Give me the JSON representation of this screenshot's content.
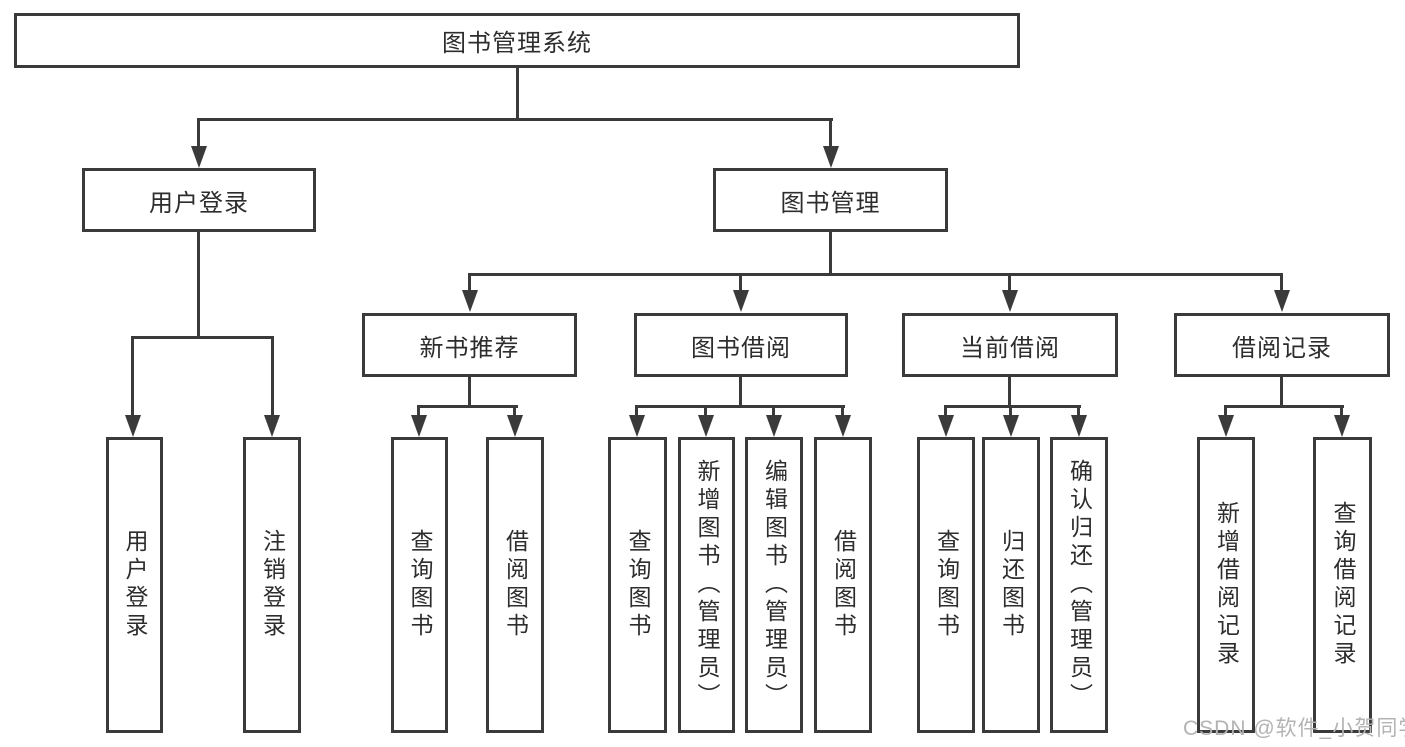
{
  "tree": {
    "root": "图书管理系统",
    "branches": [
      {
        "label": "用户登录",
        "children": [
          "用户登录",
          "注销登录"
        ]
      },
      {
        "label": "图书管理",
        "groups": [
          {
            "label": "新书推荐",
            "children": [
              "查询图书",
              "借阅图书"
            ]
          },
          {
            "label": "图书借阅",
            "children": [
              "查询图书",
              "新增图书（管理员）",
              "编辑图书（管理员）",
              "借阅图书"
            ]
          },
          {
            "label": "当前借阅",
            "children": [
              "查询图书",
              "归还图书",
              "确认归还（管理员）"
            ]
          },
          {
            "label": "借阅记录",
            "children": [
              "新增借阅记录",
              "查询借阅记录"
            ]
          }
        ]
      }
    ]
  },
  "watermark": {
    "text": "CSDN @软件_小贺同学",
    "color": "#b3b3b3"
  },
  "colors": {
    "line": "#3a3a3a",
    "text": "#2d2d2d",
    "background": "#ffffff"
  }
}
